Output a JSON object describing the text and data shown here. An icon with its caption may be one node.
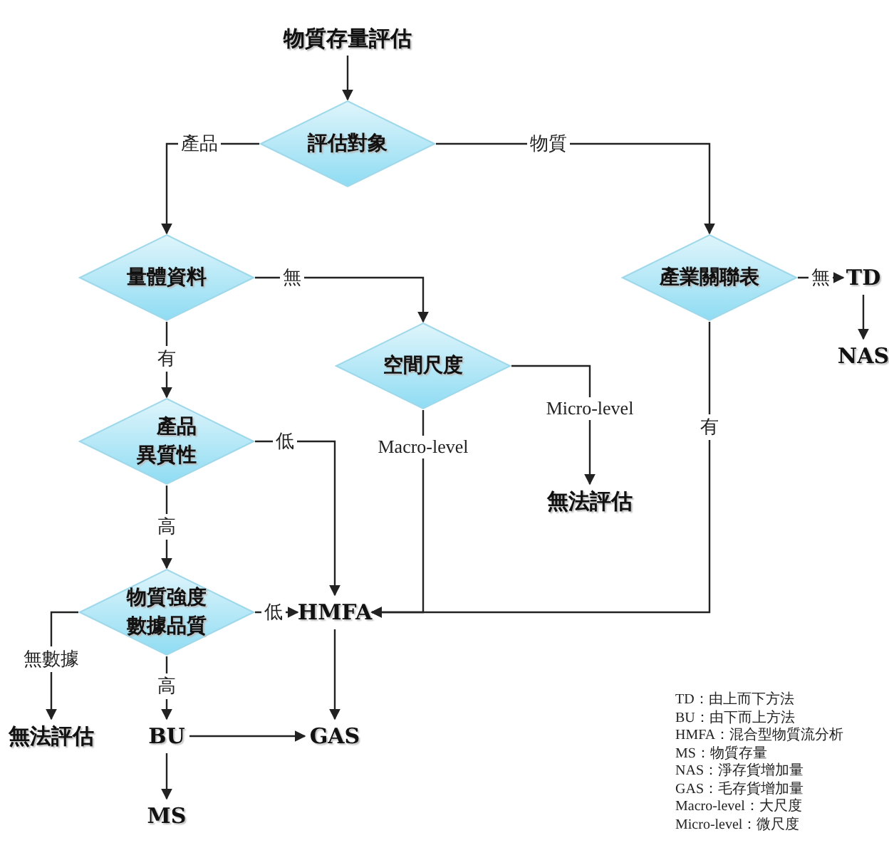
{
  "diagram": {
    "nodes": [
      {
        "text": [
          "物質存量評估"
        ]
      },
      {
        "text": [
          "評估對象"
        ]
      },
      {
        "text": [
          "量體資料"
        ]
      },
      {
        "text": [
          "產業關聯表"
        ]
      },
      {
        "text": [
          "TD"
        ]
      },
      {
        "text": [
          "NAS"
        ]
      },
      {
        "text": [
          "空間尺度"
        ]
      },
      {
        "text": [
          "無法評估"
        ]
      },
      {
        "text": [
          "產品異質性"
        ]
      },
      {
        "text": [
          "物質強度數據品質"
        ]
      },
      {
        "text": [
          "HMFA"
        ]
      },
      {
        "text": [
          "無法評估"
        ]
      },
      {
        "text": [
          "BU"
        ]
      },
      {
        "text": [
          "GAS"
        ]
      },
      {
        "text": [
          "MS"
        ]
      }
    ],
    "edges": [
      {
        "from": 0,
        "to": 1,
        "arrow": "to"
      },
      {
        "from": 1,
        "to": 2,
        "arrow": "to",
        "label": "產品"
      },
      {
        "from": 1,
        "to": 3,
        "arrow": "to",
        "label": "物質"
      },
      {
        "from": 3,
        "to": 4,
        "arrow": "to",
        "label": "無"
      },
      {
        "from": 4,
        "to": 5,
        "arrow": "to"
      },
      {
        "from": 2,
        "to": 6,
        "arrow": "to",
        "label": "無"
      },
      {
        "from": 2,
        "to": 8,
        "arrow": "to",
        "label": "有"
      },
      {
        "from": 6,
        "to": 7,
        "arrow": "to",
        "label": "Micro-level"
      },
      {
        "from": 6,
        "to": 10,
        "arrow": "to",
        "label": "Macro-level"
      },
      {
        "from": 8,
        "to": 10,
        "arrow": "to",
        "label": "低"
      },
      {
        "from": 8,
        "to": 9,
        "arrow": "to",
        "label": "高"
      },
      {
        "from": 3,
        "to": 10,
        "arrow": "to",
        "label": "有"
      },
      {
        "from": 9,
        "to": 10,
        "arrow": "to",
        "label": "低"
      },
      {
        "from": 9,
        "to": 11,
        "arrow": "to",
        "label": "無數據"
      },
      {
        "from": 9,
        "to": 12,
        "arrow": "to",
        "label": "高"
      },
      {
        "from": 10,
        "to": 13,
        "arrow": "to"
      },
      {
        "from": 12,
        "to": 13,
        "arrow": "to"
      },
      {
        "from": 12,
        "to": 14,
        "arrow": "to"
      }
    ],
    "labels": [
      "TD：由上而下方法",
      "BU：由下而上方法",
      "HMFA：混合型物質流分析",
      "MS：物質存量",
      "NAS：淨存貨增加量",
      "GAS：毛存貨增加量",
      "Macro-level：大尺度",
      "Micro-level：微尺度"
    ]
  }
}
